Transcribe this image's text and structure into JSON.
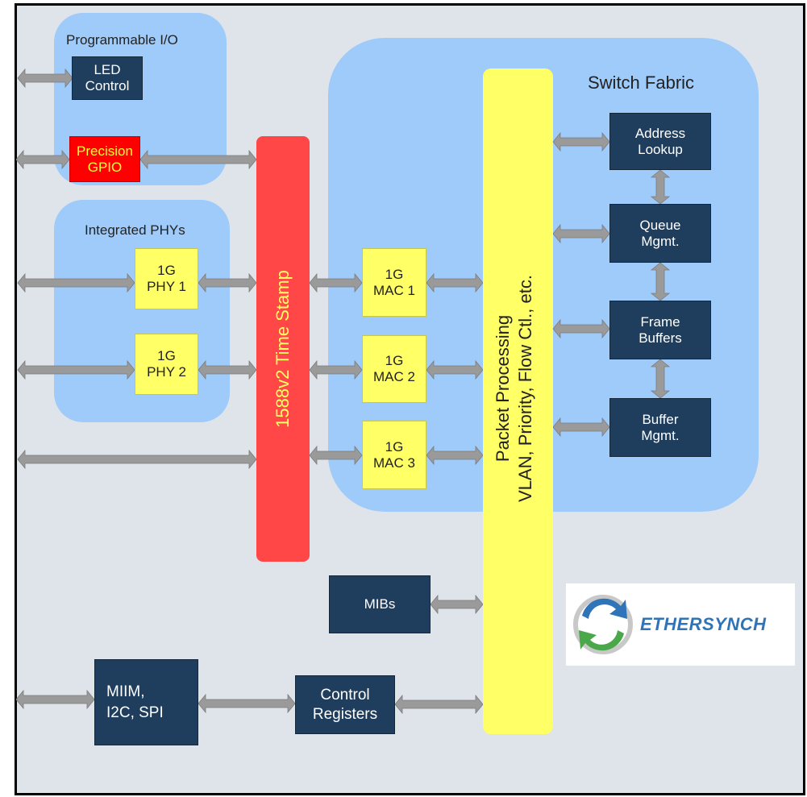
{
  "groups": {
    "programmable_io": "Programmable I/O",
    "integrated_phys": "Integrated PHYs",
    "switch_fabric": "Switch Fabric"
  },
  "programmable_io": {
    "led_control": [
      "LED",
      "Control"
    ],
    "precision_gpio": [
      "Precision",
      "GPIO"
    ]
  },
  "phys": [
    [
      "1G",
      "PHY 1"
    ],
    [
      "1G",
      "PHY 2"
    ]
  ],
  "macs": [
    [
      "1G",
      "MAC 1"
    ],
    [
      "1G",
      "MAC 2"
    ],
    [
      "1G",
      "MAC 3"
    ]
  ],
  "timestamp_bar": "1588v2 Time Stamp",
  "packet_processing": [
    "Packet Processing",
    "VLAN, Priority, Flow Ctl., etc."
  ],
  "fabric_blocks": [
    [
      "Address",
      "Lookup"
    ],
    [
      "Queue",
      "Mgmt."
    ],
    [
      "Frame",
      "Buffers"
    ],
    [
      "Buffer",
      "Mgmt."
    ]
  ],
  "mibs": "MIBs",
  "miim": [
    "MIIM,",
    "I2C, SPI"
  ],
  "control_registers": [
    "Control",
    "Registers"
  ],
  "logo": {
    "text": "ETHERSYNCH",
    "colors": {
      "blue": "#2f73b8",
      "green": "#4aa84a"
    }
  },
  "colors": {
    "background": "#dfe4ea",
    "group_fill": "#9fcbfb",
    "dark_box": "#1f3d5c",
    "yellow_box": "#ffff66",
    "timestamp_red": "#ff4747",
    "gpio_red": "#ff0000",
    "arrow_gray": "#9a9a9a"
  }
}
